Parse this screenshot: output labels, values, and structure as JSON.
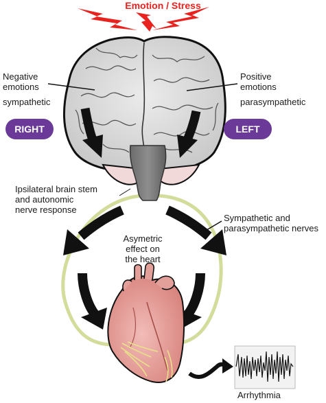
{
  "title": "Emotion / Stress",
  "left_side": {
    "emotion": "Negative emotions",
    "line1": "Negative",
    "line2": "emotions",
    "system": "sympathetic",
    "hemisphere": "RIGHT"
  },
  "right_side": {
    "emotion": "Positive emotions",
    "line1": "Positive",
    "line2": "emotions",
    "system": "parasympathetic",
    "hemisphere": "LEFT"
  },
  "brainstem_label": [
    "Ipsilateral brain stem",
    "and autonomic",
    "nerve response"
  ],
  "nerves_label": [
    "Sympathetic and",
    "parasympathetic nerves"
  ],
  "heart_label": [
    "Asymetric",
    "effect on",
    "the heart"
  ],
  "ecg_label": "Arrhythmia",
  "colors": {
    "title": "#e8231f",
    "pill": "#6b3a99",
    "nerve": "#d3dc9b",
    "heart": "#e9a6a3",
    "brain": "#d8d8d8"
  }
}
